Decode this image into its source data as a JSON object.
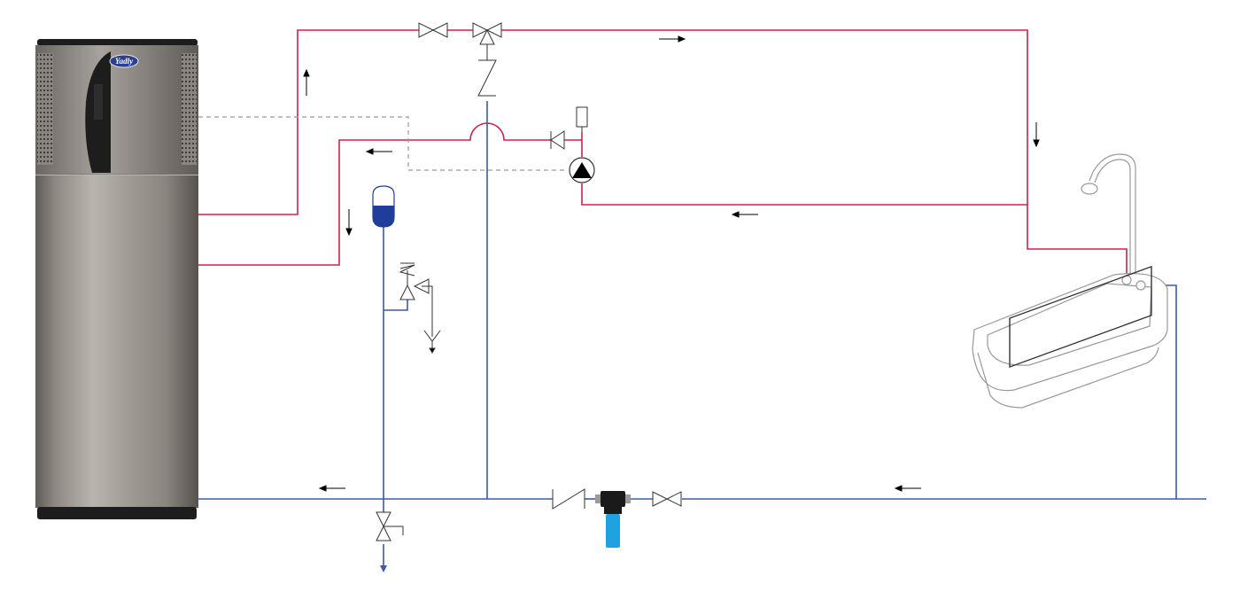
{
  "brand": {
    "logo_text": "Yadly"
  },
  "colors": {
    "hot_pipe": "#d41f4b",
    "cold_pipe": "#3a5ba8",
    "control_line": "#9a9a9a",
    "symbol_stroke": "#333333",
    "expansion_tank_water": "#1f3d99",
    "filter_housing": "#1a1a1a",
    "filter_cartridge": "#1fa3e0",
    "heat_pump_body": "#8d8882",
    "heat_pump_dark": "#1d1d1d",
    "bathtub_outline": "#999999",
    "logo_badge": "#2a3f8f"
  },
  "components": {
    "heat_pump": "heat-pump-water-heater",
    "pump": "circulation-pump",
    "expansion_tank": "expansion-vessel",
    "safety_valve": "pressure-relief-valve",
    "filter": "water-filter",
    "fixture": "bathtub-with-shower"
  },
  "icons": {
    "shut_off_valve": "gate-valve-icon",
    "three_way_valve": "three-way-valve-icon",
    "check_valve": "check-valve-icon",
    "drain": "drain-funnel-icon",
    "flow_arrow": "flow-arrow-icon"
  }
}
